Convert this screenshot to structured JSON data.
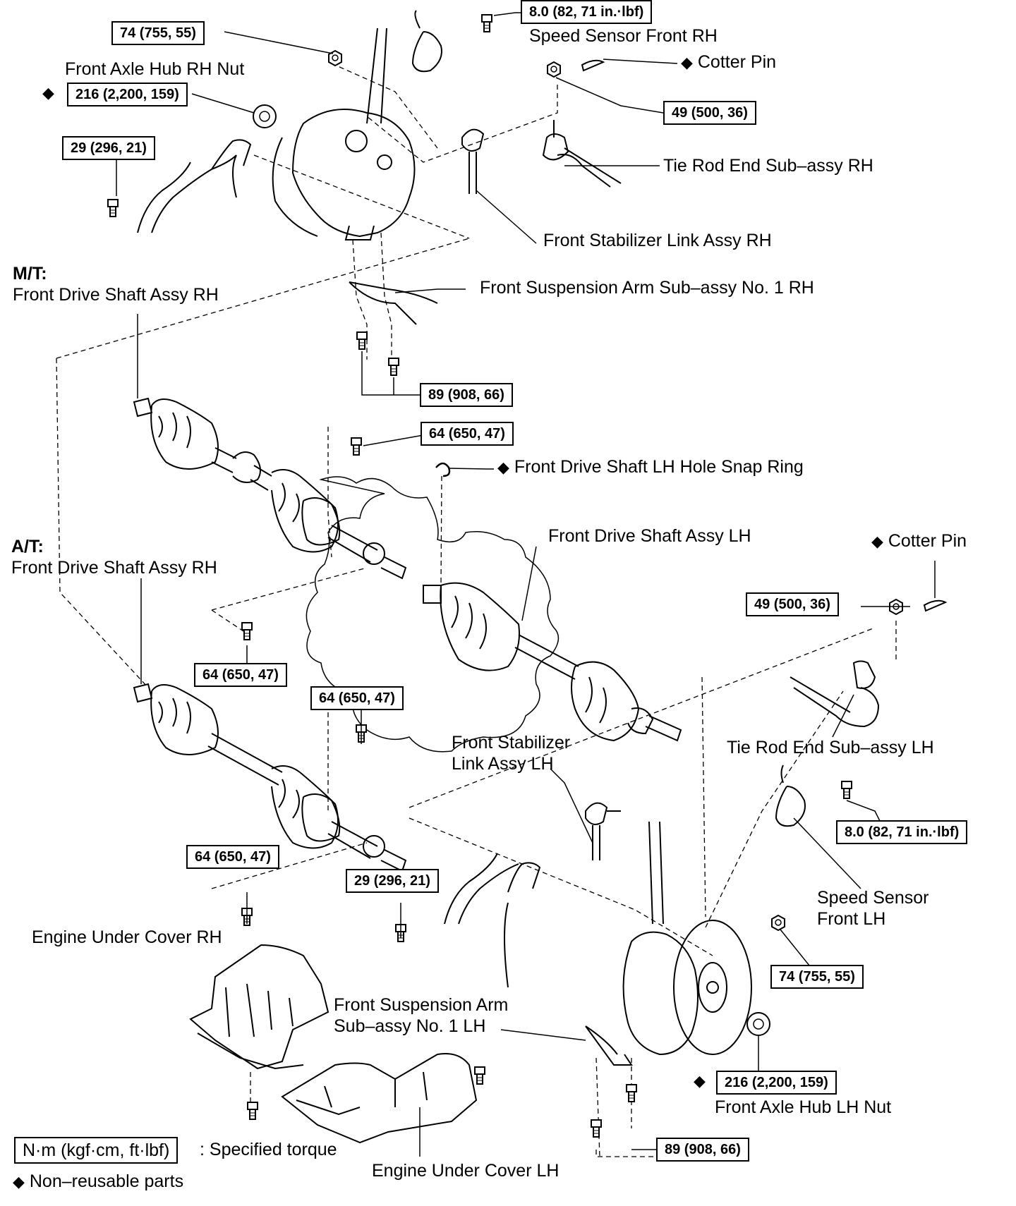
{
  "symbols": {
    "non_reusable": "◆"
  },
  "labels": {
    "speed_sensor_rh": "Speed Sensor Front RH",
    "cotter_pin_rh": "Cotter Pin",
    "front_axle_hub_rh_nut": "Front Axle Hub RH Nut",
    "tie_rod_rh": "Tie Rod End Sub–assy RH",
    "stab_link_rh": "Front Stabilizer Link Assy RH",
    "mt_prefix": "M/T:",
    "mt_shaft": "Front Drive Shaft Assy RH",
    "susp_arm_rh": "Front Suspension Arm Sub–assy No. 1 RH",
    "snap_ring": "Front Drive Shaft LH Hole Snap Ring",
    "shaft_lh": "Front Drive Shaft Assy LH",
    "cotter_pin_lh": "Cotter Pin",
    "at_prefix": "A/T:",
    "at_shaft": "Front Drive Shaft Assy RH",
    "tie_rod_lh": "Tie Rod End Sub–assy LH",
    "stab_link_lh_1": "Front Stabilizer",
    "stab_link_lh_2": "Link Assy LH",
    "speed_sensor_lh_1": "Speed Sensor",
    "speed_sensor_lh_2": "Front LH",
    "engine_cover_rh": "Engine Under Cover RH",
    "susp_arm_lh_1": "Front Suspension Arm",
    "susp_arm_lh_2": "Sub–assy No. 1 LH",
    "front_axle_hub_lh_nut": "Front Axle Hub LH Nut",
    "engine_cover_lh": "Engine Under Cover LH"
  },
  "torques": {
    "t_8_top": "8.0 (82, 71 in.·lbf)",
    "t_74_top": "74 (755, 55)",
    "t_216_top": "216 (2,200, 159)",
    "t_49_top": "49 (500, 36)",
    "t_29_top": "29 (296, 21)",
    "t_89_top": "89 (908, 66)",
    "t_64_a": "64 (650, 47)",
    "t_49_lh": "49 (500, 36)",
    "t_64_b": "64 (650, 47)",
    "t_64_c": "64 (650, 47)",
    "t_8_lh": "8.0 (82, 71 in.·lbf)",
    "t_64_d": "64 (650, 47)",
    "t_29_lh": "29 (296, 21)",
    "t_74_lh": "74 (755, 55)",
    "t_216_lh": "216 (2,200, 159)",
    "t_89_lh": "89 (908, 66)"
  },
  "legend": {
    "unit_box": "N·m (kgf·cm, ft·lbf)",
    "unit_desc": ": Specified torque",
    "non_reusable_text": "Non–reusable parts"
  }
}
